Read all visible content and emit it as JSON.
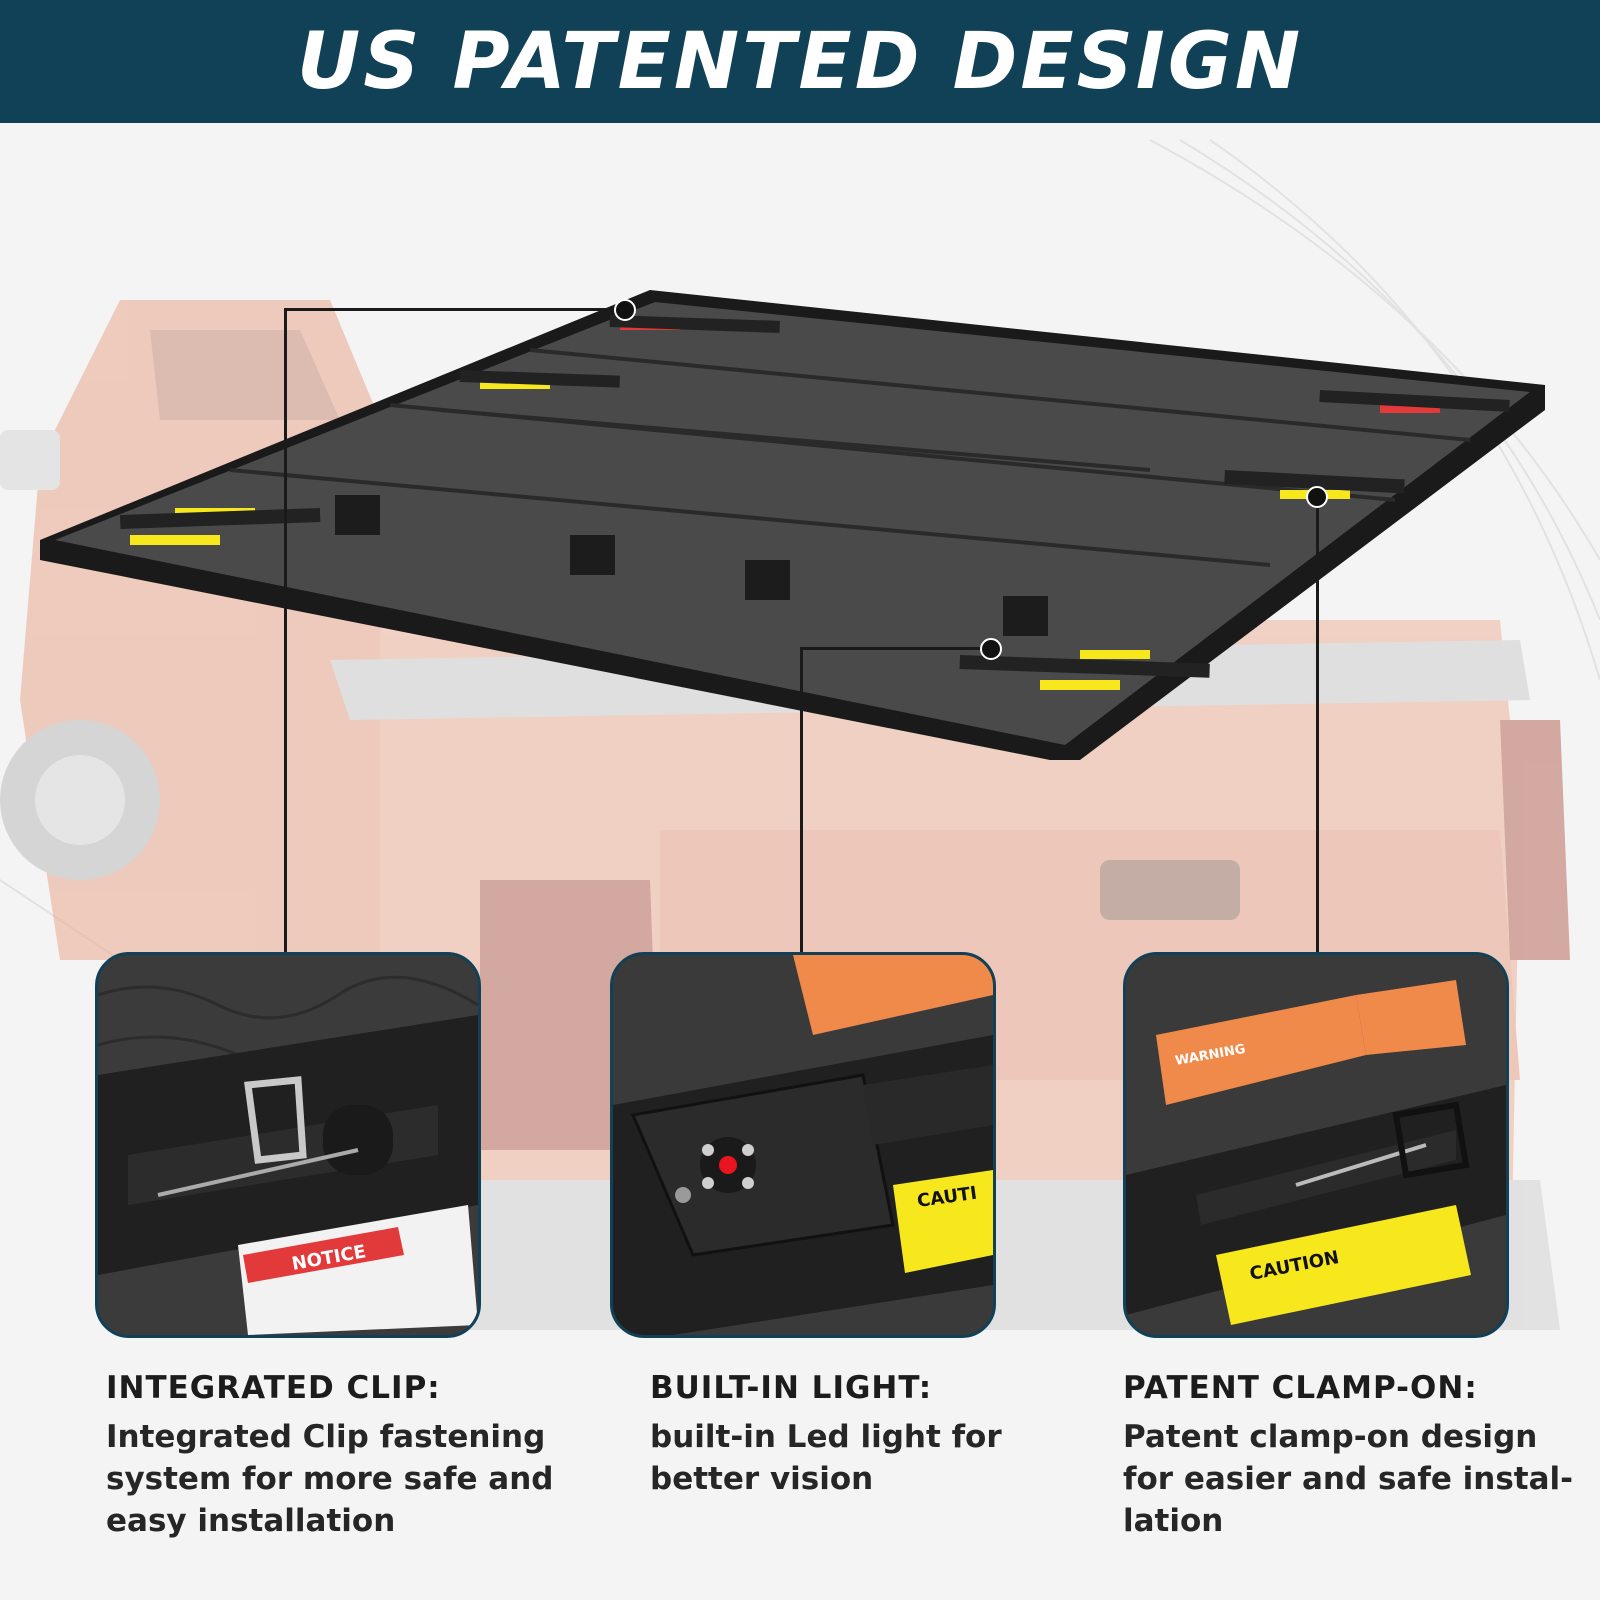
{
  "banner": {
    "title": "US PATENTED DESIGN"
  },
  "features": [
    {
      "title": "INTEGRATED CLIP:",
      "body_lines": [
        "Integrated Clip fastening",
        "system for more safe and",
        "easy installation"
      ],
      "label": "NOTICE"
    },
    {
      "title": "BUILT-IN LIGHT:",
      "body_lines": [
        "built-in Led light for",
        "better vision"
      ],
      "label": "CAUTI"
    },
    {
      "title": "PATENT CLAMP-ON:",
      "body_lines": [
        "Patent clamp-on design",
        "for easier and safe instal-",
        "lation"
      ],
      "label_warning": "WARNING",
      "label_caution": "CAUTION"
    }
  ],
  "colors": {
    "banner": "#114157",
    "truck": "#e9a98f",
    "cover": "#3c3c3c",
    "warning_orange": "#f08a4b",
    "caution_yellow": "#f7e81e",
    "notice_red": "#e23a3a"
  }
}
